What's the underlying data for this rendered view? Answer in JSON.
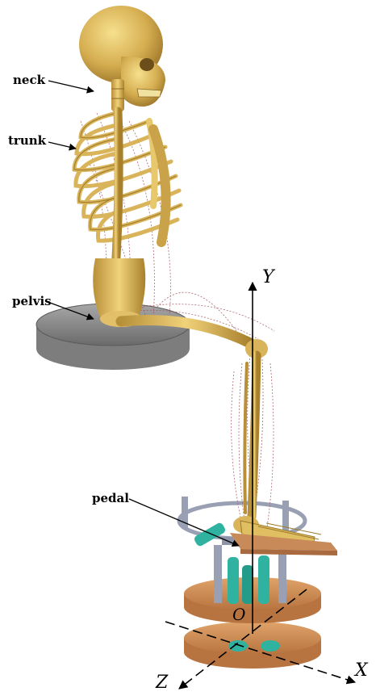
{
  "labels": {
    "neck": "neck",
    "trunk": "trunk",
    "pelvis": "pelvis",
    "pedal": "pedal"
  },
  "axes": {
    "y": "Y",
    "x": "X",
    "z": "Z",
    "origin": "O"
  },
  "colors": {
    "bone": "#d9b45a",
    "bone_dark": "#9c7a2a",
    "muscle_lines": "#a0525a",
    "seat": "#8e8e8e",
    "disc": "#d08c52",
    "teal": "#2fb3a0",
    "frame": "#9aa0b4"
  }
}
